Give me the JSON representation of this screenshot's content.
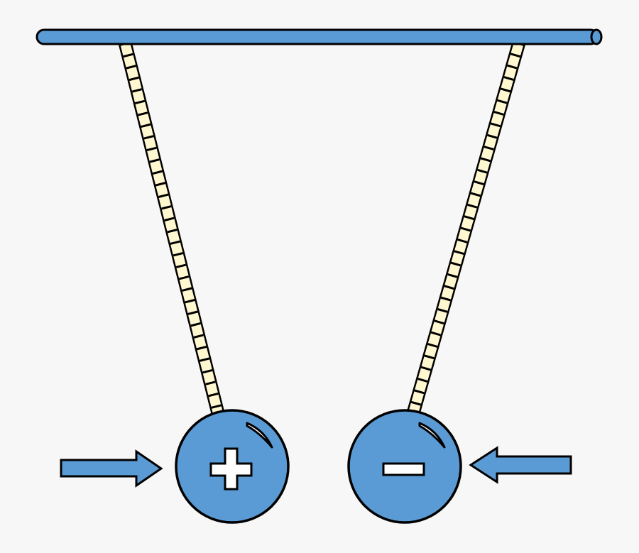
{
  "colors": {
    "background": "#f7f7f7",
    "rod": "#5b9bd5",
    "ball": "#5b9bd5",
    "arrow": "#5b9bd5",
    "rope": "#fff7cf",
    "outline": "#000000",
    "sign": "#ffffff"
  },
  "balls": [
    {
      "charge": "positive",
      "icon": "plus-sign-icon"
    },
    {
      "charge": "negative",
      "icon": "minus-sign-icon"
    }
  ],
  "arrows": [
    {
      "direction": "right"
    },
    {
      "direction": "left"
    }
  ]
}
